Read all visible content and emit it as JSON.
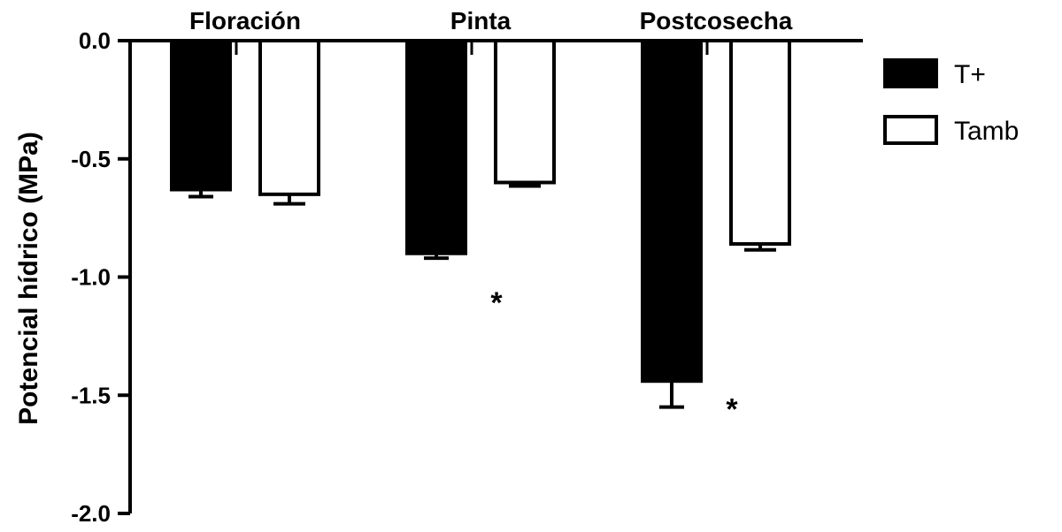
{
  "chart_data": {
    "type": "bar",
    "categories": [
      "Floración",
      "Pinta",
      "Postcosecha"
    ],
    "series": [
      {
        "name": "T+",
        "values": [
          -0.63,
          -0.9,
          -1.44
        ],
        "errors": [
          0.03,
          0.02,
          0.11
        ],
        "fill": "#000000"
      },
      {
        "name": "Tamb",
        "values": [
          -0.65,
          -0.6,
          -0.86
        ],
        "errors": [
          0.04,
          0.015,
          0.025
        ],
        "fill": "#ffffff"
      }
    ],
    "ylabel": "Potencial hídrico (MPa)",
    "ylim": [
      -2.0,
      0.0
    ],
    "yticks": [
      "0.0",
      "-0.5",
      "-1.0",
      "-1.5",
      "-2.0"
    ],
    "ytick_values": [
      0.0,
      -0.5,
      -1.0,
      -1.5,
      -2.0
    ],
    "significance": [
      {
        "category": "Pinta",
        "label": "*",
        "value": -1.07
      },
      {
        "category": "Postcosecha",
        "label": "*",
        "value": -1.52
      }
    ],
    "legend_position": "right",
    "grid": false,
    "colors": {
      "axis": "#000000",
      "bar_dark": "#000000",
      "bar_light": "#ffffff"
    }
  }
}
